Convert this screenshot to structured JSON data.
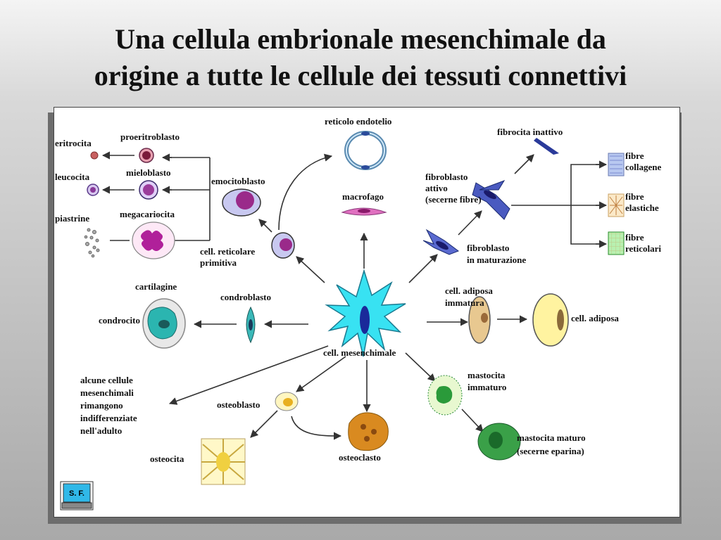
{
  "title": {
    "line1": "Una cellula embrionale mesenchimale da",
    "line2": "origine a tutte le cellule dei  tessuti connettivi"
  },
  "labels": {
    "eritrocita": "eritrocita",
    "proeritroblasto": "proeritroblasto",
    "leucocita": "leucocita",
    "mieloblasto": "mieloblasto",
    "piastrine": "piastrine",
    "megacariocita": "megacariocita",
    "emocitoblasto": "emocitoblasto",
    "reticolo_endotelio": "reticolo endotelio",
    "macrofago": "macrofago",
    "cell_reticolare_1": "cell. reticolare",
    "cell_reticolare_2": "primitiva",
    "fibrocita_inattivo": "fibrocita inattivo",
    "fibroblasto_attivo_1": "fibroblasto",
    "fibroblasto_attivo_2": "attivo",
    "fibroblasto_attivo_3": "(secerne fibre)",
    "fibre_collagene_1": "fibre",
    "fibre_collagene_2": "collagene",
    "fibre_elastiche_1": "fibre",
    "fibre_elastiche_2": "elastiche",
    "fibre_reticolari_1": "fibre",
    "fibre_reticolari_2": "reticolari",
    "fibroblasto_maturazione_1": "fibroblasto",
    "fibroblasto_maturazione_2": "in maturazione",
    "cartilagine": "cartilagine",
    "condroblasto": "condroblasto",
    "condrocito": "condrocito",
    "cell_adiposa_immatura_1": "cell. adiposa",
    "cell_adiposa_immatura_2": "immatura",
    "cell_adiposa": "cell. adiposa",
    "cell_mesenchimale": "cell. mesenchimale",
    "indifferenziate_1": "alcune cellule",
    "indifferenziate_2": "mesenchimali",
    "indifferenziate_3": "rimangono",
    "indifferenziate_4": "indifferenziate",
    "indifferenziate_5": "nell'adulto",
    "osteoblasto": "osteoblasto",
    "mastocita_immaturo_1": "mastocita",
    "mastocita_immaturo_2": "immaturo",
    "osteocita": "osteocita",
    "osteoclasto": "osteoclasto",
    "mastocita_maturo_1": "mastocita maturo",
    "mastocita_maturo_2": "(secerne eparina)",
    "logo": "S. F."
  },
  "colors": {
    "mesenchimal_cell": "#33e0f0",
    "nucleus_blue": "#1a2a9a",
    "blood_purple": "#9b3c9b",
    "fibroblast_blue": "#3344aa",
    "cartilage_teal": "#2bb5b0",
    "fat_yellow": "#fff3a0",
    "osteoclast_orange": "#d98a20",
    "mast_green": "#2a9a3a",
    "arrow": "#333333"
  }
}
